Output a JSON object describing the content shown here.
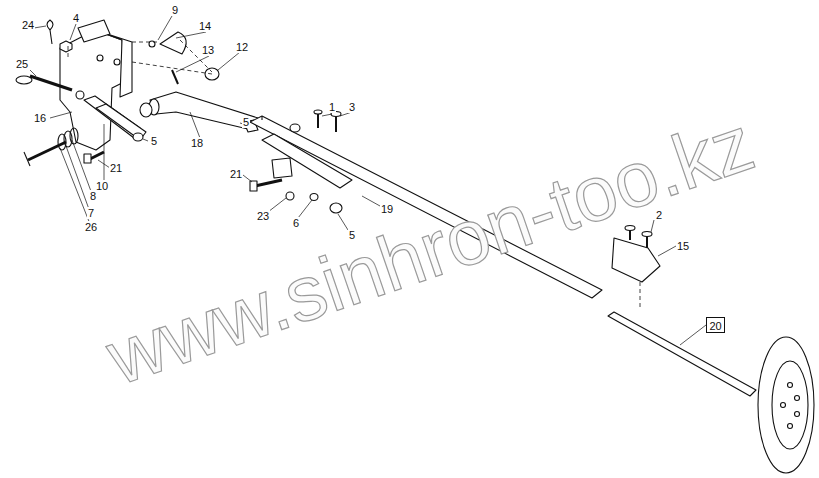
{
  "diagram": {
    "nodes": [
      {
        "text": [
          "20"
        ]
      }
    ],
    "labels": [
      "24",
      "4",
      "9",
      "14",
      "13",
      "12",
      "25",
      "16",
      "5",
      "18",
      "5",
      "1",
      "3",
      "10",
      "21",
      "8",
      "7",
      "26",
      "21",
      "23",
      "6",
      "5",
      "19",
      "2",
      "15",
      "www.sinhron-too.kz"
    ]
  }
}
